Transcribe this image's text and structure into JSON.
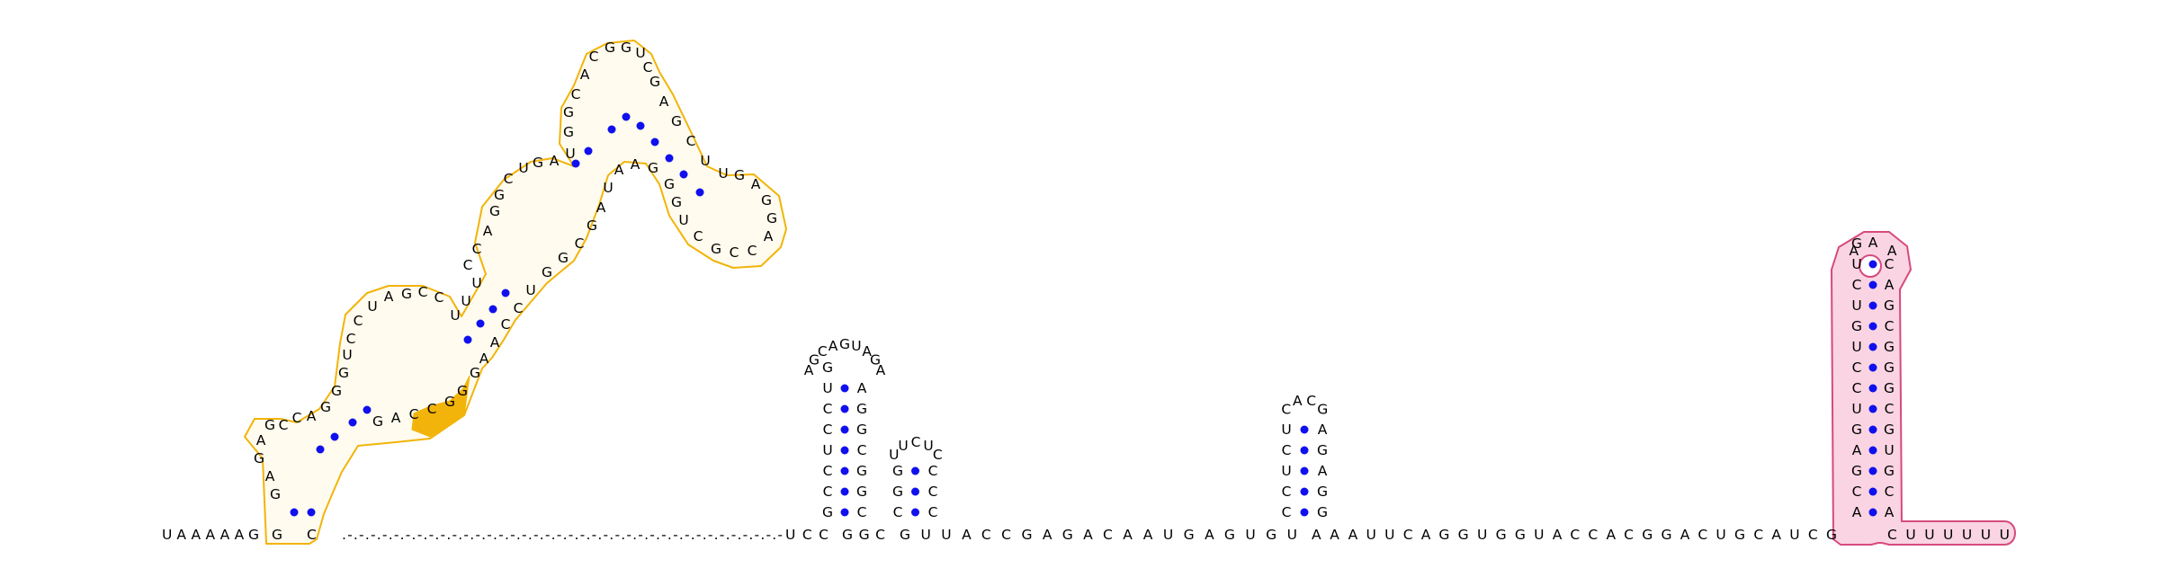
{
  "colors": {
    "pair_dot": "#1010ee",
    "orange_outline": "#f2b40a",
    "orange_fill": "#fffbee",
    "orange_highlight": "#f2b40a",
    "pink_outline": "#d64a7e",
    "pink_fill": "#fad4e2"
  },
  "strand": {
    "left_tail": "UAAAAAG",
    "gap_marks": ".-.-.-.-.-.-.-.-.-.-.-.-.-.-.-.-.-.-.-.-.-.-.-.-.-.-.-.-.-.-.-.-.-.-.-.-.-.-",
    "right_start": "UCC",
    "mid1": "GGC",
    "mid2": "GUUACCGAGACAAUGAGUGU",
    "mid3": "AAAUUCAGGUGGUACCACGGACUGCAUCG",
    "right_tail": "CUUUUUU"
  },
  "stem_A": {
    "left_bottom": "G",
    "right_bottom": "C",
    "loop_left": "GAAGGCCC",
    "loop_right": "CGGAC",
    "stem_left": "GGA",
    "stem_right": "UCC"
  },
  "stem_B": {
    "left_col": "GUCCUCCG",
    "right_col": "AGGCGGC",
    "loop": "AGCAGUAGA"
  },
  "stem_C": {
    "left_col": "GGC",
    "right_col": "CCC",
    "loop": "UUCUC"
  },
  "stem_D": {
    "left_col": "UCUCC",
    "right_col": "AGAGG",
    "loop": "CACG"
  },
  "stem_E": {
    "left_col": "GUCUGUCCUGAGCA",
    "right_col": "CAGCGGGCGUGCA",
    "loop": "AAA"
  },
  "orange_domain": {
    "outer_letters": "GAGAGCCAGGGUCCUAGCCUUUCCAGGCUGAUGGCACGGUCGAGCUUGAGGACCGCUGGGAAUAGCGGUCCAAGGGCCAG",
    "highlight_letters": "GUG"
  }
}
